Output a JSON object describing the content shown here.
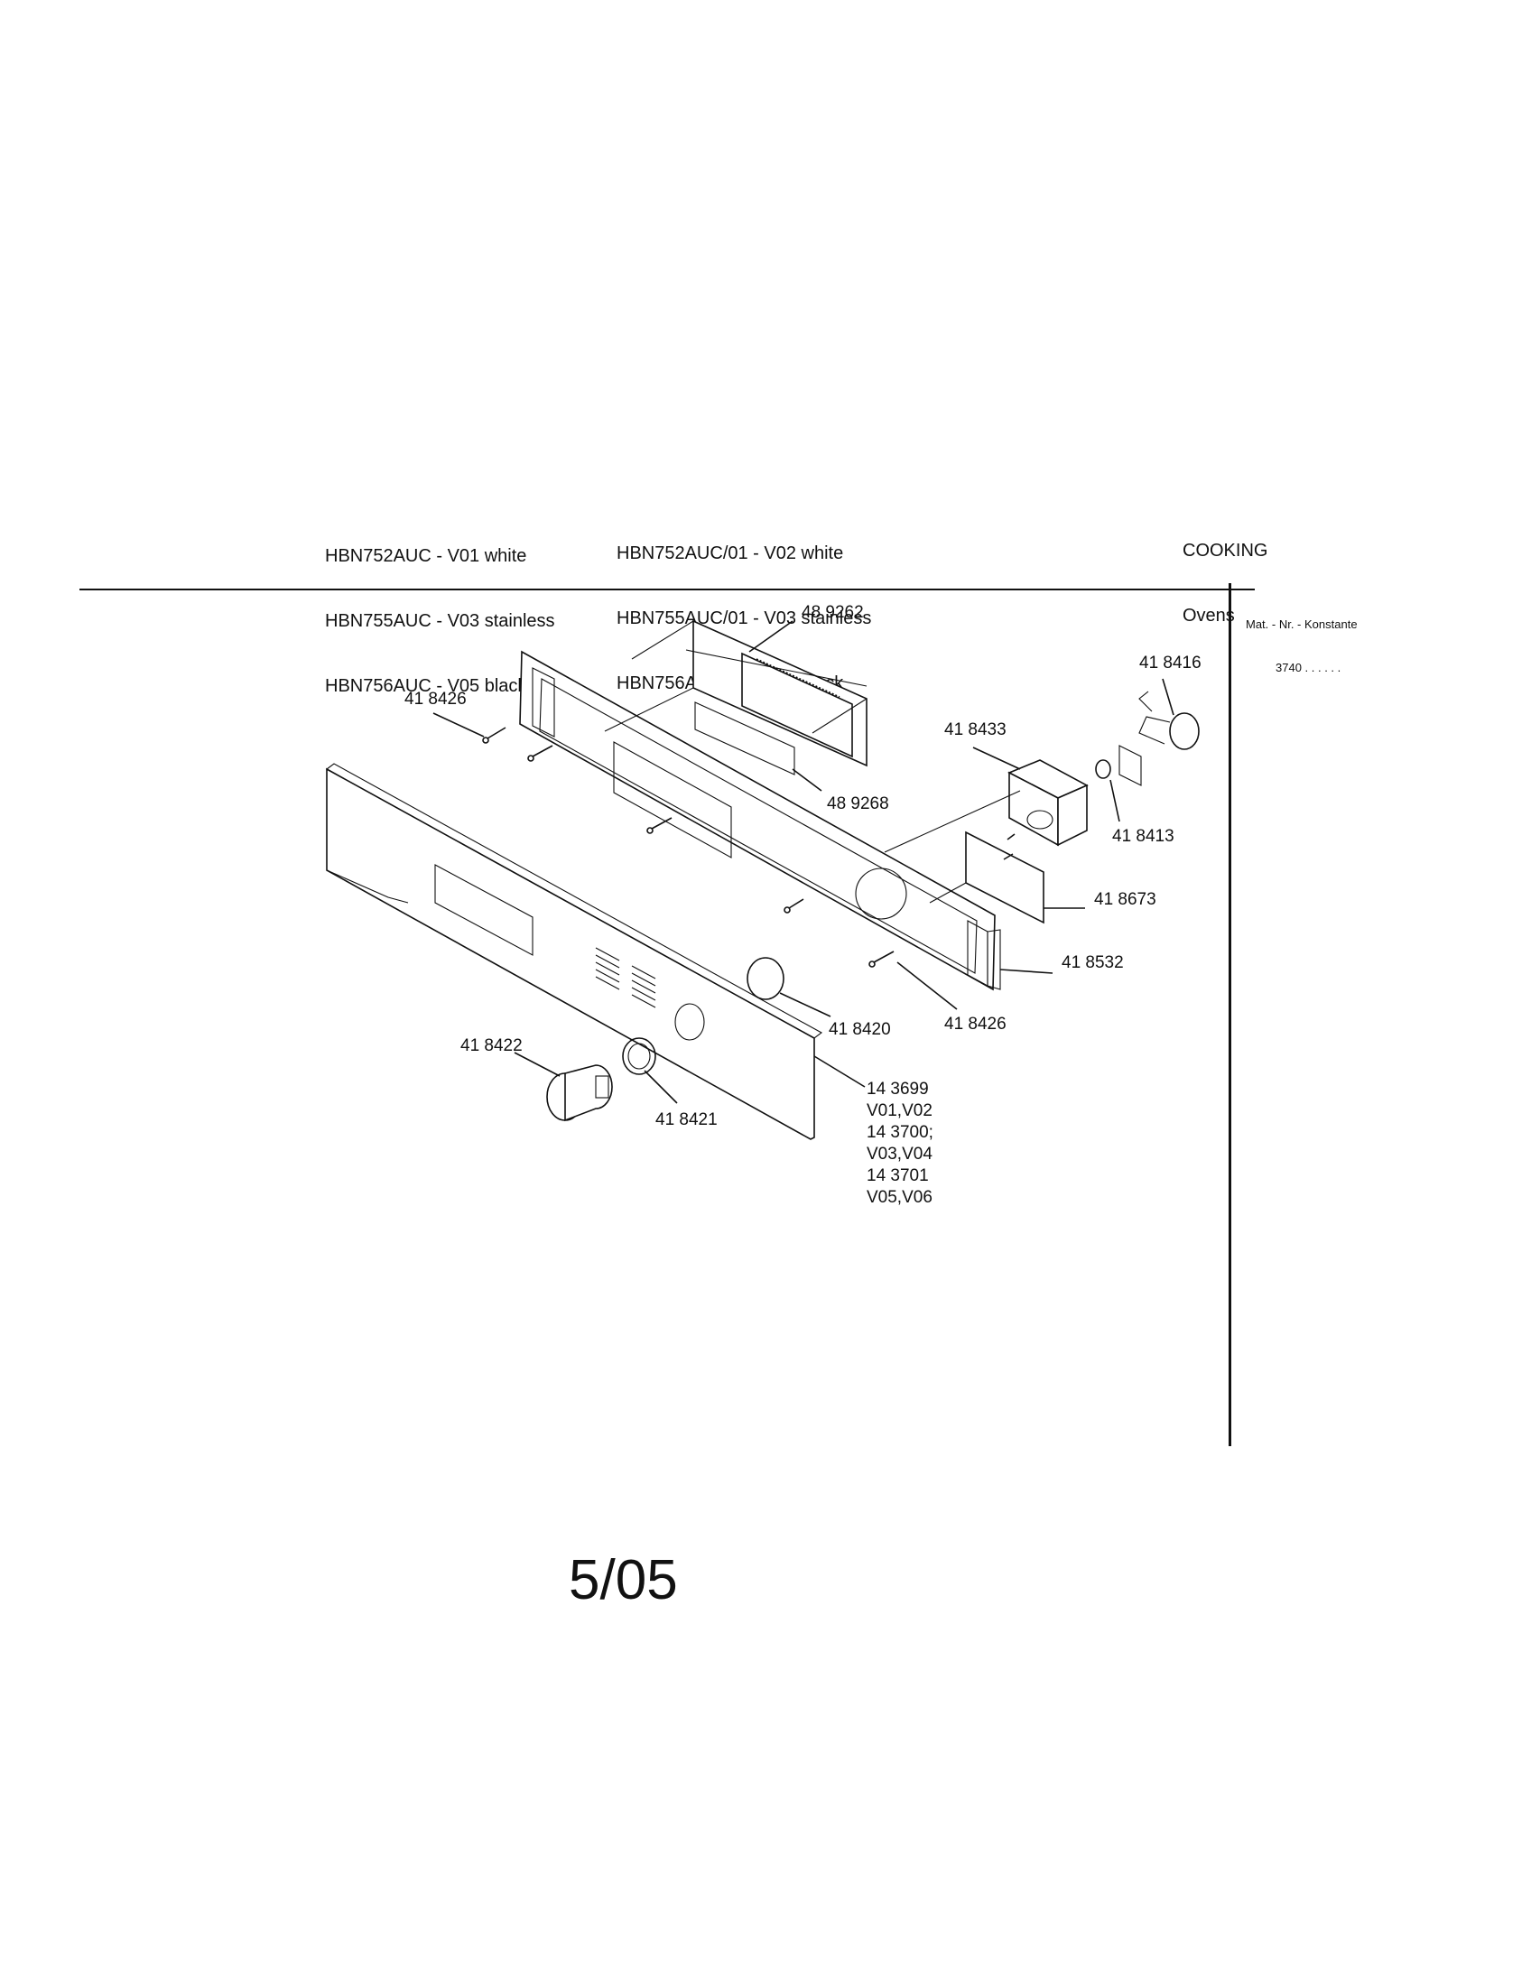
{
  "header": {
    "models_left": [
      "HBN752AUC - V01 white",
      "HBN755AUC - V03 stainless",
      "HBN756AUC - V05 black"
    ],
    "models_right": [
      "HBN752AUC/01 - V02 white",
      "HBN755AUC/01 - V03 stainless",
      "HBN756AUC/01 - V05 black"
    ],
    "category": "COOKING",
    "subcategory": "Ovens",
    "mat_nr_label": "Mat. - Nr. - Konstante",
    "mat_nr_value": "3740 . . . . . ."
  },
  "parts": {
    "p489262": "48 9262",
    "p418426a": "41 8426",
    "p418416": "41 8416",
    "p418433": "41 8433",
    "p489268": "48 9268",
    "p418413": "41 8413",
    "p418673": "41 8673",
    "p418532": "41 8532",
    "p418420": "41 8420",
    "p418426b": "41 8426",
    "p418422": "41 8422",
    "p418421": "41 8421",
    "panel_lines": [
      "14 3699",
      "V01,V02",
      "14 3700;",
      "V03,V04",
      "14 3701",
      "V05,V06"
    ]
  },
  "footer": {
    "page_number": "5/05"
  }
}
